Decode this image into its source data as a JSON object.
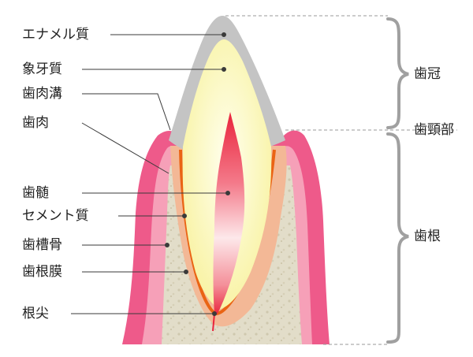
{
  "labels": {
    "enamel": "エナメル質",
    "dentin": "象牙質",
    "gingival_sulcus": "歯肉溝",
    "gingiva": "歯肉",
    "pulp": "歯髄",
    "cementum": "セメント質",
    "alveolar_bone": "歯槽骨",
    "periodontal_ligament": "歯根膜",
    "apex": "根尖",
    "crown": "歯冠",
    "cervix": "歯頸部",
    "root": "歯根"
  },
  "colors": {
    "gum_outer": "#ee5a8a",
    "gum_inner": "#f6a0b8",
    "bone": "#e2ddc9",
    "ligament": "#f3b896",
    "cementum_line": "#ea6414",
    "enamel": "#c4c4c4",
    "dentin": "#fbf6b4",
    "pulp": "#e9243c",
    "leader_line": "#3a3a3a",
    "bracket": "#a0a0a0"
  }
}
